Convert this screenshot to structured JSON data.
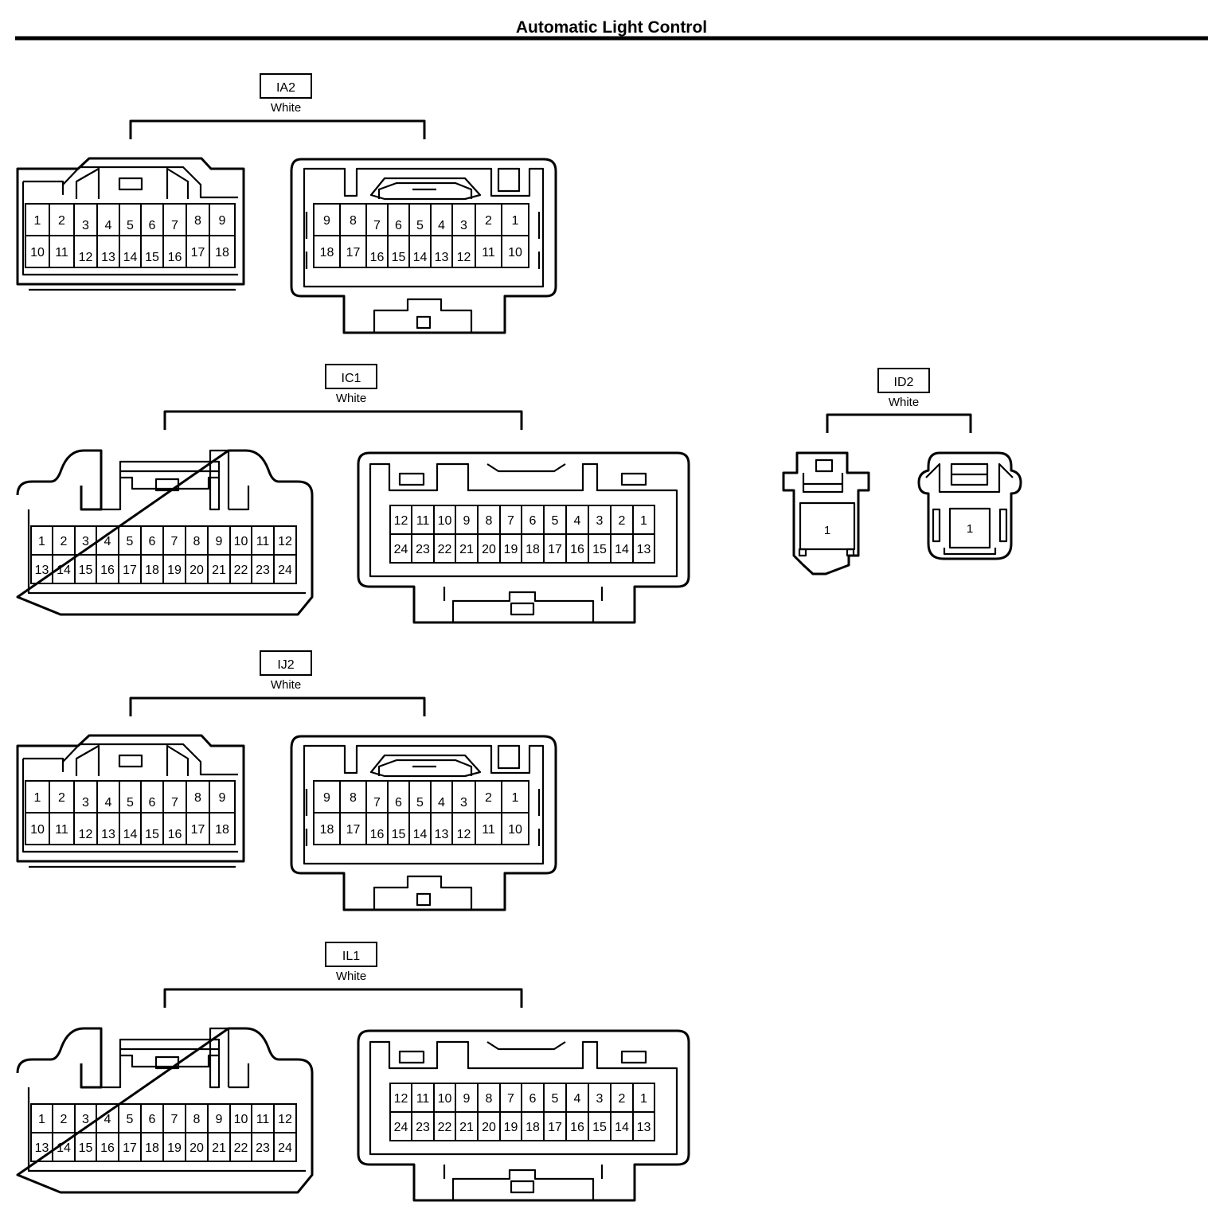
{
  "page": {
    "title": "Automatic Light Control"
  },
  "connectors": [
    {
      "code": "IA2",
      "color": "White",
      "male_rows": [
        [
          "1",
          "2",
          "3",
          "4",
          "5",
          "6",
          "7",
          "8",
          "9"
        ],
        [
          "10",
          "11",
          "12",
          "13",
          "14",
          "15",
          "16",
          "17",
          "18"
        ]
      ],
      "female_rows": [
        [
          "9",
          "8",
          "7",
          "6",
          "5",
          "4",
          "3",
          "2",
          "1"
        ],
        [
          "18",
          "17",
          "16",
          "15",
          "14",
          "13",
          "12",
          "11",
          "10"
        ]
      ]
    },
    {
      "code": "IC1",
      "color": "White",
      "male_rows": [
        [
          "1",
          "2",
          "3",
          "4",
          "5",
          "6",
          "7",
          "8",
          "9",
          "10",
          "11",
          "12"
        ],
        [
          "13",
          "14",
          "15",
          "16",
          "17",
          "18",
          "19",
          "20",
          "21",
          "22",
          "23",
          "24"
        ]
      ],
      "female_rows": [
        [
          "12",
          "11",
          "10",
          "9",
          "8",
          "7",
          "6",
          "5",
          "4",
          "3",
          "2",
          "1"
        ],
        [
          "24",
          "23",
          "22",
          "21",
          "20",
          "19",
          "18",
          "17",
          "16",
          "15",
          "14",
          "13"
        ]
      ]
    },
    {
      "code": "ID2",
      "color": "White",
      "male_rows": [
        [
          "1"
        ]
      ],
      "female_rows": [
        [
          "1"
        ]
      ]
    },
    {
      "code": "IJ2",
      "color": "White",
      "male_rows": [
        [
          "1",
          "2",
          "3",
          "4",
          "5",
          "6",
          "7",
          "8",
          "9"
        ],
        [
          "10",
          "11",
          "12",
          "13",
          "14",
          "15",
          "16",
          "17",
          "18"
        ]
      ],
      "female_rows": [
        [
          "9",
          "8",
          "7",
          "6",
          "5",
          "4",
          "3",
          "2",
          "1"
        ],
        [
          "18",
          "17",
          "16",
          "15",
          "14",
          "13",
          "12",
          "11",
          "10"
        ]
      ]
    },
    {
      "code": "IL1",
      "color": "White",
      "male_rows": [
        [
          "1",
          "2",
          "3",
          "4",
          "5",
          "6",
          "7",
          "8",
          "9",
          "10",
          "11",
          "12"
        ],
        [
          "13",
          "14",
          "15",
          "16",
          "17",
          "18",
          "19",
          "20",
          "21",
          "22",
          "23",
          "24"
        ]
      ],
      "female_rows": [
        [
          "12",
          "11",
          "10",
          "9",
          "8",
          "7",
          "6",
          "5",
          "4",
          "3",
          "2",
          "1"
        ],
        [
          "24",
          "23",
          "22",
          "21",
          "20",
          "19",
          "18",
          "17",
          "16",
          "15",
          "14",
          "13"
        ]
      ]
    }
  ]
}
